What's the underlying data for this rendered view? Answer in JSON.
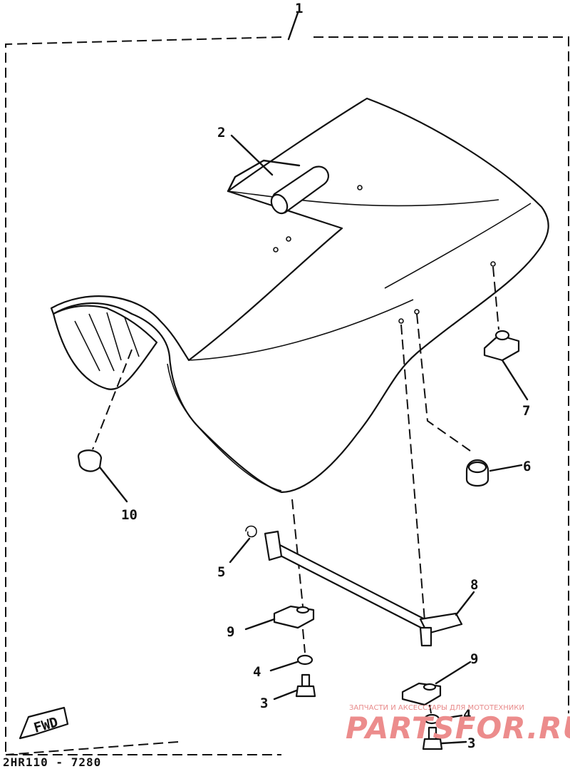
{
  "diagram": {
    "assembly_number": "1",
    "drawing_code": "2HR110 - 7280",
    "fwd_label": "FWD",
    "callouts": [
      {
        "id": "c2",
        "text": "2"
      },
      {
        "id": "c3a",
        "text": "3"
      },
      {
        "id": "c3b",
        "text": "3"
      },
      {
        "id": "c4a",
        "text": "4"
      },
      {
        "id": "c4b",
        "text": "4"
      },
      {
        "id": "c5",
        "text": "5"
      },
      {
        "id": "c6",
        "text": "6"
      },
      {
        "id": "c7",
        "text": "7"
      },
      {
        "id": "c8",
        "text": "8"
      },
      {
        "id": "c9a",
        "text": "9"
      },
      {
        "id": "c9b",
        "text": "9"
      },
      {
        "id": "c10",
        "text": "10"
      }
    ]
  },
  "watermark": {
    "tagline": "ЗАПЧАСТИ И АКСЕССУАРЫ ДЛЯ МОТОТЕХНИКИ",
    "brand": "PARTSFOR.RU"
  }
}
